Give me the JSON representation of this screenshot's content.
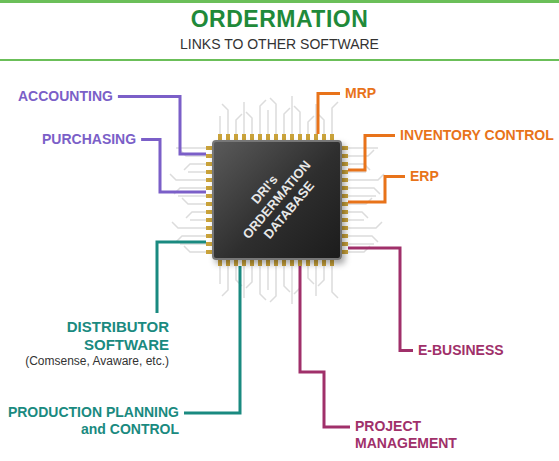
{
  "diagram": {
    "title": "ORDERMATION",
    "nodes": [
      {
        "text": [
          "DRI's ORDERMATION DATABASE"
        ]
      },
      {
        "text": [
          "ACCOUNTING"
        ]
      },
      {
        "text": [
          "PURCHASING"
        ]
      },
      {
        "text": [
          "MRP"
        ]
      },
      {
        "text": [
          "INVENTORY CONTROL"
        ]
      },
      {
        "text": [
          "ERP"
        ]
      },
      {
        "text": [
          "DISTRIBUTOR SOFTWARE",
          "(Comsense, Avaware, etc.)"
        ]
      },
      {
        "text": [
          "E-BUSINESS"
        ]
      },
      {
        "text": [
          "PRODUCTION PLANNING and CONTROL"
        ]
      },
      {
        "text": [
          "PROJECT MANAGEMENT"
        ]
      }
    ],
    "edges": [
      {
        "from": 0,
        "to": 1,
        "arrow": "none"
      },
      {
        "from": 0,
        "to": 2,
        "arrow": "none"
      },
      {
        "from": 0,
        "to": 3,
        "arrow": "none"
      },
      {
        "from": 0,
        "to": 4,
        "arrow": "none"
      },
      {
        "from": 0,
        "to": 5,
        "arrow": "none"
      },
      {
        "from": 0,
        "to": 6,
        "arrow": "none"
      },
      {
        "from": 0,
        "to": 7,
        "arrow": "none"
      },
      {
        "from": 0,
        "to": 8,
        "arrow": "none"
      },
      {
        "from": 0,
        "to": 9,
        "arrow": "none"
      }
    ],
    "labels": [
      "LINKS TO OTHER SOFTWARE"
    ]
  }
}
